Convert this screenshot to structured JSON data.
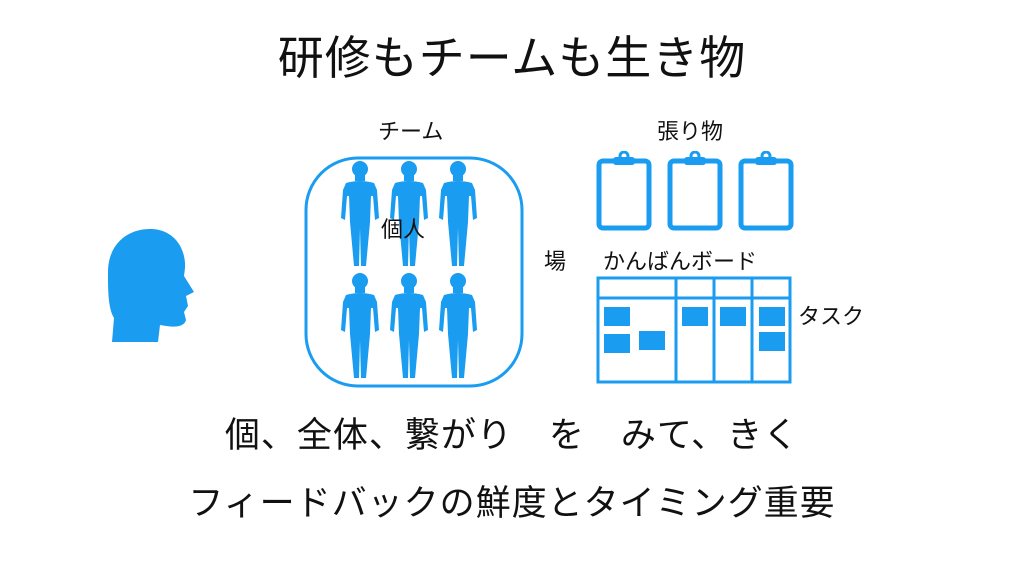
{
  "title": "研修もチームも生き物",
  "labels": {
    "team": "チーム",
    "individual": "個人",
    "artifacts": "張り物",
    "place": "場",
    "kanban": "かんばんボード",
    "task": "タスク"
  },
  "bottom": {
    "line1": "個、全体、繋がり　を　みて、きく",
    "line2": "フィードバックの鮮度とタイミング重要"
  },
  "colors": {
    "accent": "#1a9cf0",
    "text": "#111111"
  },
  "icons": [
    "head-icon",
    "person-icon",
    "clipboard-icon",
    "sticky-note-icon"
  ]
}
